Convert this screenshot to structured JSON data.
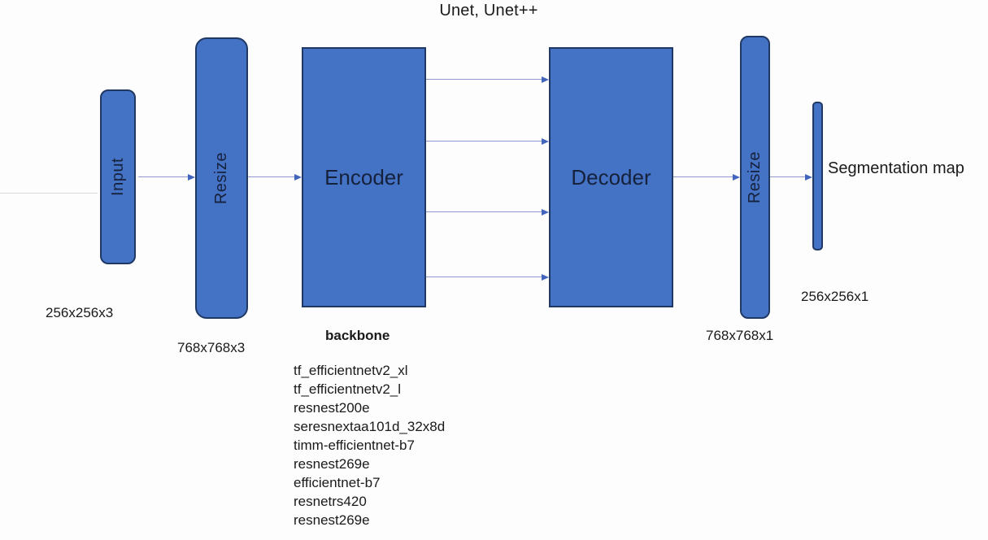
{
  "title": "Unet, Unet++",
  "colors": {
    "box_fill": "#4472C4",
    "box_border": "#1F3864",
    "arrow_line": "#8D99CF",
    "arrow_head": "#4164BC",
    "text": "#1A1A1A"
  },
  "nodes": {
    "input": {
      "label": "Input",
      "dim_label": "256x256x3"
    },
    "resize_in": {
      "label": "Resize",
      "dim_label": "768x768x3"
    },
    "encoder": {
      "label": "Encoder"
    },
    "decoder": {
      "label": "Decoder"
    },
    "resize_out": {
      "label": "Resize",
      "dim_label": "768x768x1"
    },
    "segmentation_map": {
      "label": "Segmentation map",
      "dim_label": "256x256x1"
    }
  },
  "backbone": {
    "heading": "backbone",
    "items": [
      "tf_efficientnetv2_xl",
      "tf_efficientnetv2_l",
      "resnest200e",
      "seresnextaa101d_32x8d",
      "timm-efficientnet-b7",
      "resnest269e",
      "efficientnet-b7",
      "resnetrs420",
      "resnest269e"
    ]
  }
}
